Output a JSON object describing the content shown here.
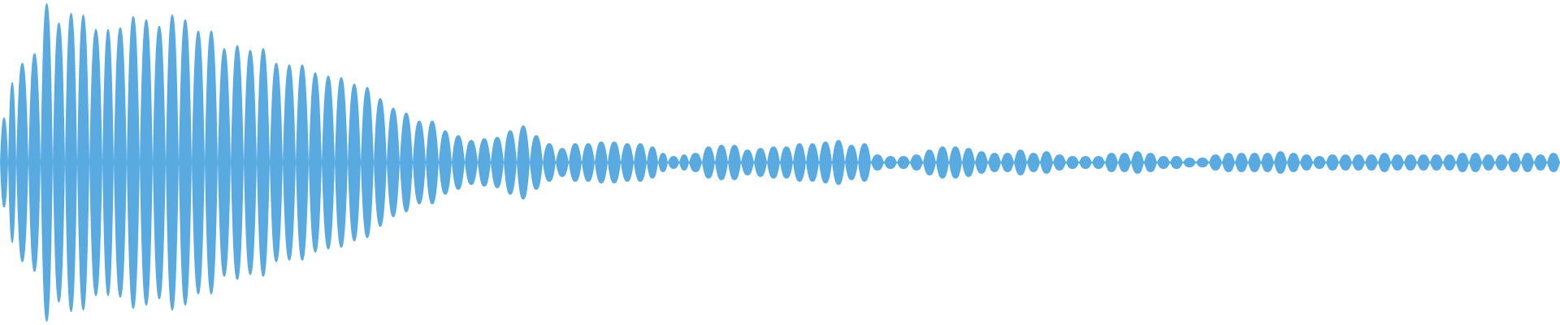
{
  "waveform": {
    "color": "#5aaae2",
    "background": "#ffffff",
    "lobes": [
      [
        0,
        10,
        0.28
      ],
      [
        10,
        20,
        0.5
      ],
      [
        20,
        35,
        0.62
      ],
      [
        35,
        50,
        0.68
      ],
      [
        50,
        65,
        0.99
      ],
      [
        65,
        80,
        0.87
      ],
      [
        80,
        95,
        0.93
      ],
      [
        95,
        110,
        0.92
      ],
      [
        110,
        126,
        0.83
      ],
      [
        126,
        140,
        0.83
      ],
      [
        140,
        156,
        0.84
      ],
      [
        156,
        172,
        0.91
      ],
      [
        172,
        188,
        0.89
      ],
      [
        188,
        204,
        0.85
      ],
      [
        204,
        220,
        0.92
      ],
      [
        220,
        236,
        0.89
      ],
      [
        236,
        252,
        0.82
      ],
      [
        252,
        268,
        0.82
      ],
      [
        268,
        284,
        0.71
      ],
      [
        284,
        300,
        0.73
      ],
      [
        300,
        316,
        0.7
      ],
      [
        316,
        332,
        0.71
      ],
      [
        332,
        348,
        0.62
      ],
      [
        348,
        364,
        0.61
      ],
      [
        364,
        380,
        0.61
      ],
      [
        380,
        396,
        0.56
      ],
      [
        396,
        412,
        0.54
      ],
      [
        412,
        428,
        0.53
      ],
      [
        428,
        444,
        0.49
      ],
      [
        444,
        460,
        0.47
      ],
      [
        460,
        476,
        0.4
      ],
      [
        476,
        492,
        0.34
      ],
      [
        492,
        508,
        0.31
      ],
      [
        508,
        524,
        0.26
      ],
      [
        524,
        540,
        0.26
      ],
      [
        540,
        556,
        0.2
      ],
      [
        556,
        572,
        0.17
      ],
      [
        572,
        588,
        0.14
      ],
      [
        588,
        604,
        0.15
      ],
      [
        604,
        620,
        0.16
      ],
      [
        620,
        636,
        0.2
      ],
      [
        636,
        652,
        0.23
      ],
      [
        652,
        668,
        0.17
      ],
      [
        668,
        684,
        0.12
      ],
      [
        684,
        700,
        0.09
      ],
      [
        700,
        716,
        0.12
      ],
      [
        716,
        732,
        0.12
      ],
      [
        732,
        748,
        0.13
      ],
      [
        748,
        764,
        0.13
      ],
      [
        764,
        780,
        0.12
      ],
      [
        780,
        796,
        0.12
      ],
      [
        796,
        810,
        0.1
      ],
      [
        810,
        822,
        0.06
      ],
      [
        822,
        836,
        0.04
      ],
      [
        836,
        848,
        0.05
      ],
      [
        848,
        864,
        0.06
      ],
      [
        864,
        880,
        0.1
      ],
      [
        880,
        896,
        0.11
      ],
      [
        896,
        912,
        0.11
      ],
      [
        912,
        928,
        0.08
      ],
      [
        928,
        944,
        0.09
      ],
      [
        944,
        960,
        0.1
      ],
      [
        960,
        976,
        0.1
      ],
      [
        976,
        992,
        0.12
      ],
      [
        992,
        1008,
        0.12
      ],
      [
        1008,
        1024,
        0.13
      ],
      [
        1024,
        1040,
        0.14
      ],
      [
        1040,
        1056,
        0.11
      ],
      [
        1056,
        1072,
        0.12
      ],
      [
        1072,
        1088,
        0.05
      ],
      [
        1088,
        1104,
        0.04
      ],
      [
        1104,
        1120,
        0.04
      ],
      [
        1120,
        1136,
        0.05
      ],
      [
        1136,
        1152,
        0.08
      ],
      [
        1152,
        1168,
        0.1
      ],
      [
        1168,
        1184,
        0.1
      ],
      [
        1184,
        1200,
        0.09
      ],
      [
        1200,
        1216,
        0.07
      ],
      [
        1216,
        1232,
        0.06
      ],
      [
        1232,
        1248,
        0.06
      ],
      [
        1248,
        1264,
        0.08
      ],
      [
        1264,
        1280,
        0.06
      ],
      [
        1280,
        1296,
        0.07
      ],
      [
        1296,
        1312,
        0.05
      ],
      [
        1312,
        1328,
        0.04
      ],
      [
        1328,
        1344,
        0.04
      ],
      [
        1344,
        1360,
        0.04
      ],
      [
        1360,
        1376,
        0.06
      ],
      [
        1376,
        1392,
        0.06
      ],
      [
        1392,
        1408,
        0.07
      ],
      [
        1408,
        1424,
        0.06
      ],
      [
        1424,
        1440,
        0.04
      ],
      [
        1440,
        1456,
        0.04
      ],
      [
        1456,
        1472,
        0.03
      ],
      [
        1472,
        1488,
        0.03
      ],
      [
        1488,
        1504,
        0.05
      ],
      [
        1504,
        1520,
        0.06
      ],
      [
        1520,
        1536,
        0.06
      ],
      [
        1536,
        1552,
        0.06
      ],
      [
        1552,
        1568,
        0.06
      ],
      [
        1568,
        1584,
        0.07
      ],
      [
        1584,
        1600,
        0.06
      ],
      [
        1600,
        1616,
        0.05
      ],
      [
        1616,
        1632,
        0.04
      ],
      [
        1632,
        1648,
        0.05
      ],
      [
        1648,
        1664,
        0.05
      ],
      [
        1664,
        1680,
        0.05
      ],
      [
        1680,
        1696,
        0.05
      ],
      [
        1696,
        1712,
        0.06
      ],
      [
        1712,
        1728,
        0.05
      ],
      [
        1728,
        1744,
        0.05
      ],
      [
        1744,
        1760,
        0.05
      ],
      [
        1760,
        1776,
        0.05
      ],
      [
        1776,
        1792,
        0.05
      ],
      [
        1792,
        1808,
        0.06
      ],
      [
        1808,
        1824,
        0.06
      ],
      [
        1824,
        1840,
        0.05
      ],
      [
        1840,
        1856,
        0.05
      ],
      [
        1856,
        1872,
        0.06
      ],
      [
        1872,
        1888,
        0.06
      ],
      [
        1888,
        1904,
        0.05
      ],
      [
        1904,
        1920,
        0.06
      ]
    ]
  }
}
